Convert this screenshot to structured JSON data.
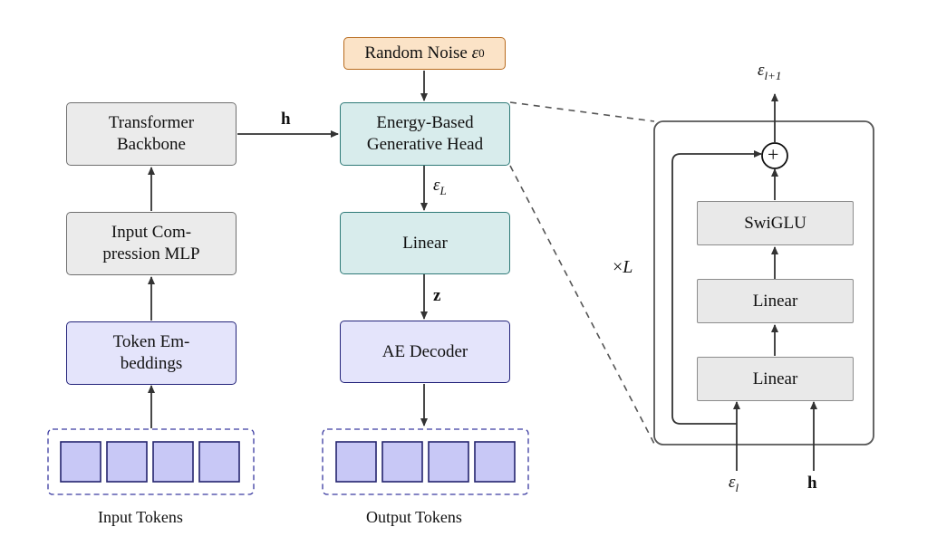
{
  "diagram": {
    "noise_box": {
      "label": "Random Noise ",
      "symbol": "ε",
      "sub": "0"
    },
    "transformer_box": "Transformer\nBackbone",
    "compression_box": "Input Com-\npression MLP",
    "embeddings_box": "Token Em-\nbeddings",
    "head_box": "Energy-Based\nGenerative Head",
    "linear_box": "Linear",
    "decoder_box": "AE Decoder",
    "input_tokens_label": "Input Tokens",
    "output_tokens_label": "Output Tokens",
    "edge_h": "h",
    "edge_eps": {
      "symbol": "ε",
      "sub": "L"
    },
    "edge_z": "z",
    "detail": {
      "swiglu": "SwiGLU",
      "linear_top": "Linear",
      "linear_bottom": "Linear",
      "repeat": {
        "prefix": "×",
        "symbol": "L"
      },
      "output": {
        "symbol": "ε",
        "sub": "l+1"
      },
      "input_eps": {
        "symbol": "ε",
        "sub": "l"
      },
      "input_h": "h",
      "plus": "+"
    },
    "token_count_input": 4,
    "token_count_output": 4,
    "colors": {
      "token_fill": "#c8c8f6",
      "token_stroke": "#24246e",
      "gray": "#ebebeb",
      "teal": "#d8ecec",
      "blue": "#e4e4fb",
      "orange": "#fbe3c7"
    }
  }
}
